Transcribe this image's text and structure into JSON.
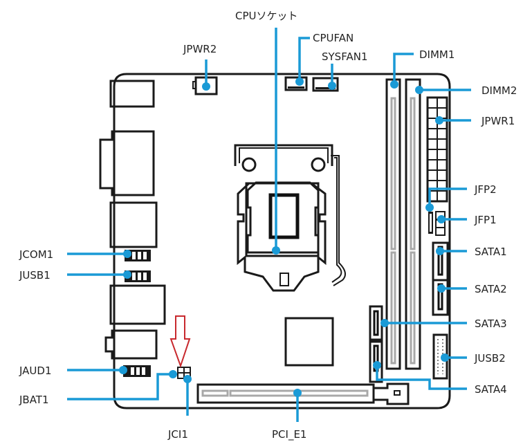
{
  "colors": {
    "leader": "#1a9ad6",
    "outline": "#1a1a1a",
    "arrow": "#c8282d"
  },
  "labels": {
    "cpu_socket": "CPUソケット",
    "jpwr2": "JPWR2",
    "cpufan": "CPUFAN",
    "sysfan1": "SYSFAN1",
    "dimm1": "DIMM1",
    "dimm2": "DIMM2",
    "jpwr1": "JPWR1",
    "jfp2": "JFP2",
    "jfp1": "JFP1",
    "sata1": "SATA1",
    "sata2": "SATA2",
    "sata3": "SATA3",
    "jusb2": "JUSB2",
    "sata4": "SATA4",
    "jcom1": "JCOM1",
    "jusb1": "JUSB1",
    "jaud1": "JAUD1",
    "jbat1": "JBAT1",
    "jci1": "JCI1",
    "pci_e1": "PCI_E1"
  },
  "highlight": {
    "icon": "arrow-down-outline",
    "target": "JCI1"
  }
}
